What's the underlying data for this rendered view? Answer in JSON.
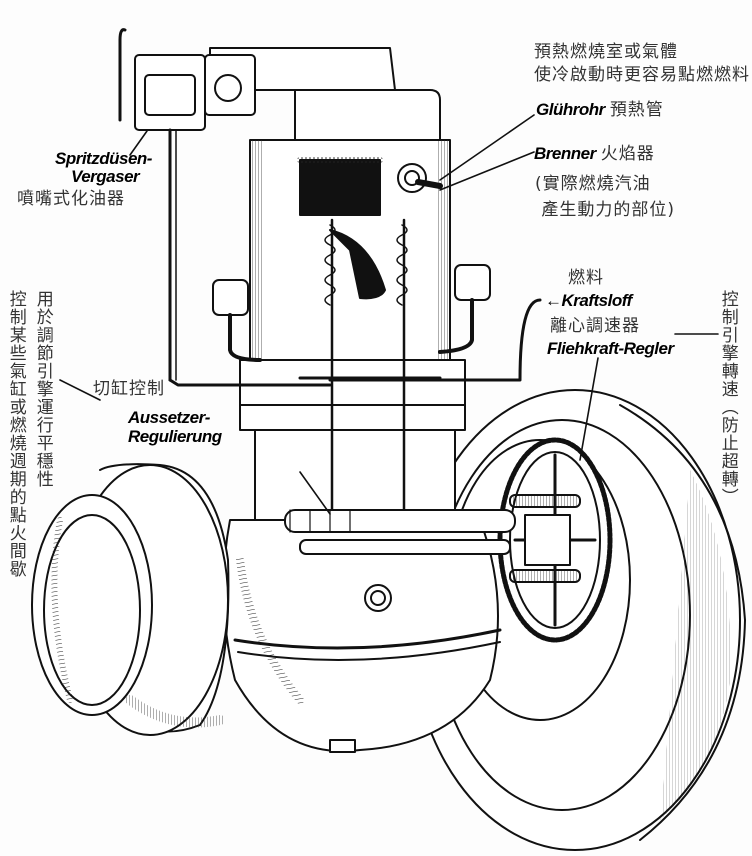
{
  "diagram": {
    "title": "Cutaway illustration of single-cylinder hot-bulb engine with annotated parts",
    "subject": "hot-bulb (semi-diesel) engine with flywheels and centrifugal governor",
    "colors": {
      "ink": "#111111",
      "background": "#fdfdfd",
      "annotation_zh": "#333333"
    }
  },
  "labels": {
    "preheat_note": {
      "line1": "預熱燃燒室或氣體",
      "line2": "使冷啟動時更容易點燃燃料"
    },
    "gluhrohr": {
      "de": "Glührohr",
      "zh": "預熱管"
    },
    "brenner": {
      "de": "Brenner",
      "zh": "火焰器",
      "note_line1": "(實際燃燒汽油",
      "note_line2": " 產生動力的部位)"
    },
    "carburetor": {
      "de_line1": "Spritzdüsen-",
      "de_line2": "Vergaser",
      "zh": "噴嘴式化油器"
    },
    "fuel": {
      "zh": "燃料",
      "de": "Kraftsloff",
      "arrow": "←"
    },
    "governor": {
      "zh": "離心調速器",
      "de": "Fliehkraft-Regler",
      "note_vertical": "控制引擎轉速（防止超轉）"
    },
    "cylinder_cutoff": {
      "zh": "切缸控制",
      "de_line1": "Aussetzer-",
      "de_line2": "Regulierung",
      "note_col1": "用於調節引擎運行平穩性",
      "note_col2": "控制某些氣缸或燃燒週期的點火間歇"
    }
  }
}
